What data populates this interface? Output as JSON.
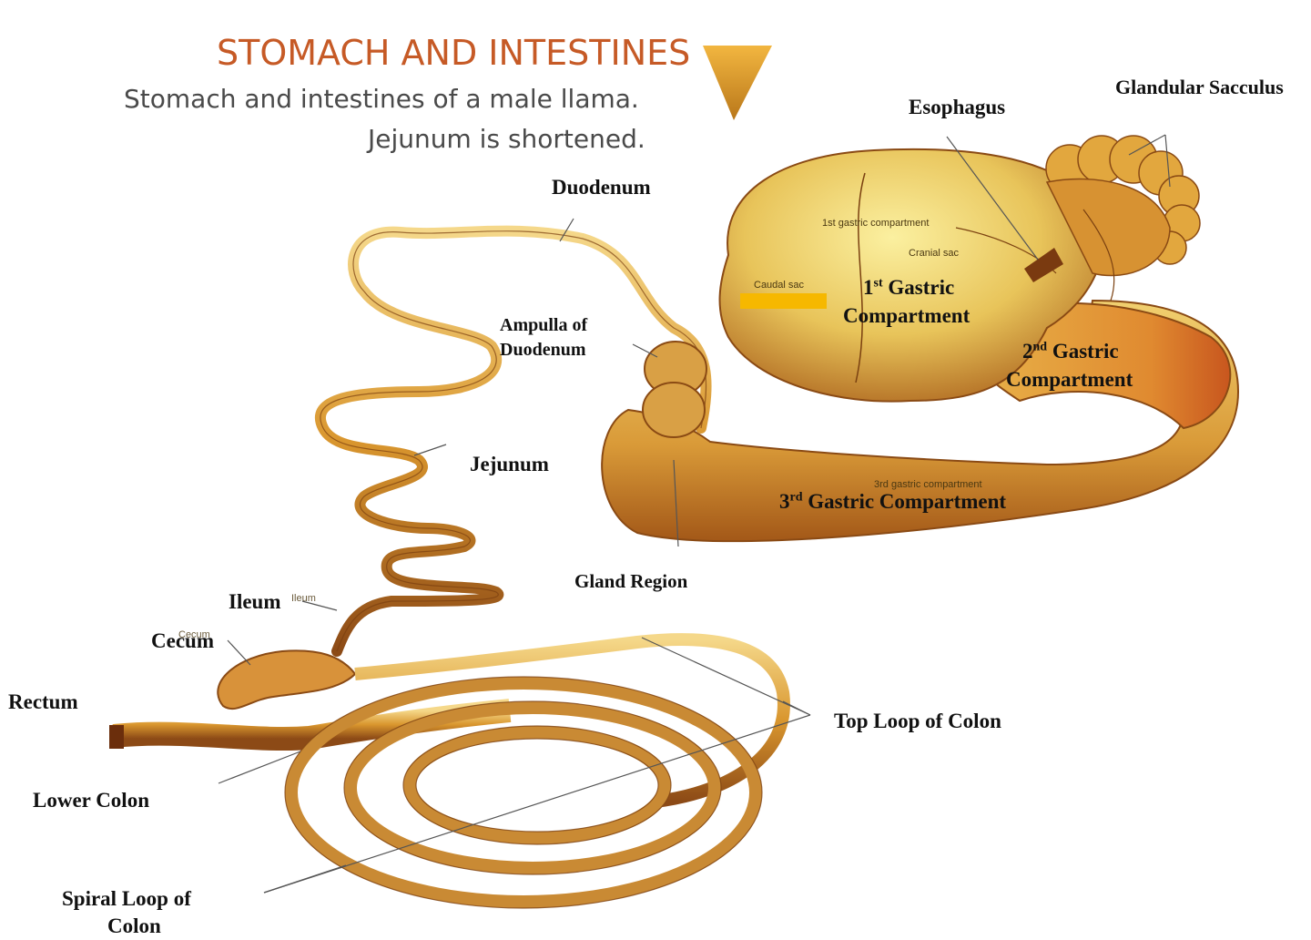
{
  "header": {
    "title": "STOMACH AND INTESTINES",
    "subtitle_line1": "Stomach and intestines of a male llama.",
    "subtitle_line2": "Jejunum is shortened."
  },
  "labels": {
    "esophagus": "Esophagus",
    "glandular_sacculus": "Glandular Sacculus",
    "duodenum": "Duodenum",
    "gastric1_num": "1",
    "gastric1_sup": "st",
    "gastric1_text": " Gastric",
    "gastric1_line2": "Compartment",
    "ampulla_line1": "Ampulla of",
    "ampulla_line2": "Duodenum",
    "gastric2_num": "2",
    "gastric2_sup": "nd",
    "gastric2_text": " Gastric",
    "gastric2_line2": "Compartment",
    "jejunum": "Jejunum",
    "gastric3_num": "3",
    "gastric3_sup": "rd",
    "gastric3_text": " Gastric Compartment",
    "gland_region": "Gland Region",
    "ileum": "Ileum",
    "cecum": "Cecum",
    "rectum": "Rectum",
    "top_loop": "Top Loop of Colon",
    "lower_colon": "Lower Colon",
    "spiral_line1": "Spiral Loop of",
    "spiral_line2": "Colon"
  },
  "printed_small": {
    "first_gastric": "1st gastric compartment",
    "cranial_sac": "Cranial sac",
    "caudal_sac": "Caudal sac",
    "third_gastric": "3rd gastric compartment",
    "ileum_small": "Ileum",
    "cecum_small": "Cecum"
  },
  "colors": {
    "title": "#c65a26",
    "organ_light": "#f0d77a",
    "organ_mid": "#d9a23a",
    "organ_dark": "#9c5a1c",
    "highlight_bar": "#f6b800"
  }
}
